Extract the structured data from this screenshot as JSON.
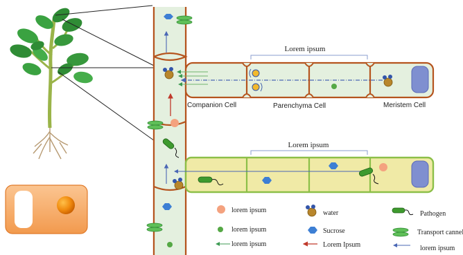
{
  "cells": {
    "companion_label": "Companion Cell",
    "parenchyma_label": "Parenchyma Cell",
    "meristem_label": "Meristem Cell"
  },
  "brackets": {
    "upper_label": "Lorem ipsum",
    "lower_label": "Lorem ipsum"
  },
  "legend": {
    "items": [
      {
        "icon": "orange-dot-icon",
        "label": "lorem ipsum"
      },
      {
        "icon": "water-molecule-icon",
        "label": "water"
      },
      {
        "icon": "pathogen-icon",
        "label": "Pathogen"
      },
      {
        "icon": "green-dot-icon",
        "label": "lorem ipsum"
      },
      {
        "icon": "sucrose-hexagon-icon",
        "label": "Sucrose"
      },
      {
        "icon": "transport-channel-icon",
        "label": "Transport cannel"
      },
      {
        "icon": "green-arrow-icon",
        "label": "lorem ipsum"
      },
      {
        "icon": "red-arrow-icon",
        "label": "Lorem Ipsum"
      },
      {
        "icon": "blue-arrow-icon",
        "label": "lorem ipsum"
      }
    ]
  },
  "colors": {
    "cell_fill": "#e4f0df",
    "cell_border_brown": "#b5541e",
    "lower_cell_fill": "#f0eaa6",
    "lower_cell_border": "#8cbf48",
    "sucrose": "#3d7fd4",
    "pathogen": "#3e9a2e",
    "dot_orange": "#f4a27f",
    "dot_green": "#55a845",
    "arrow_red": "#c0392b",
    "arrow_blue": "#4a67b5",
    "inset_box": "#f6a45d"
  }
}
